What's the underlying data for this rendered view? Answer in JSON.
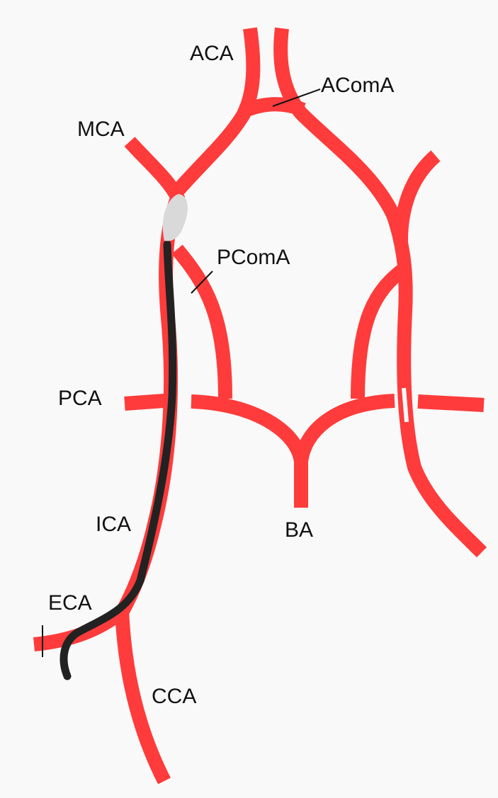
{
  "labels": {
    "aca": "ACA",
    "acoma": "AComA",
    "mca": "MCA",
    "pcoma": "PComA",
    "pca": "PCA",
    "ica": "ICA",
    "ba": "BA",
    "eca": "ECA",
    "cca": "CCA"
  },
  "colors": {
    "vessel": "#ff3b3b",
    "catheter": "#222222",
    "balloon": "#d9d9d9",
    "background": "#f9f9f9"
  }
}
